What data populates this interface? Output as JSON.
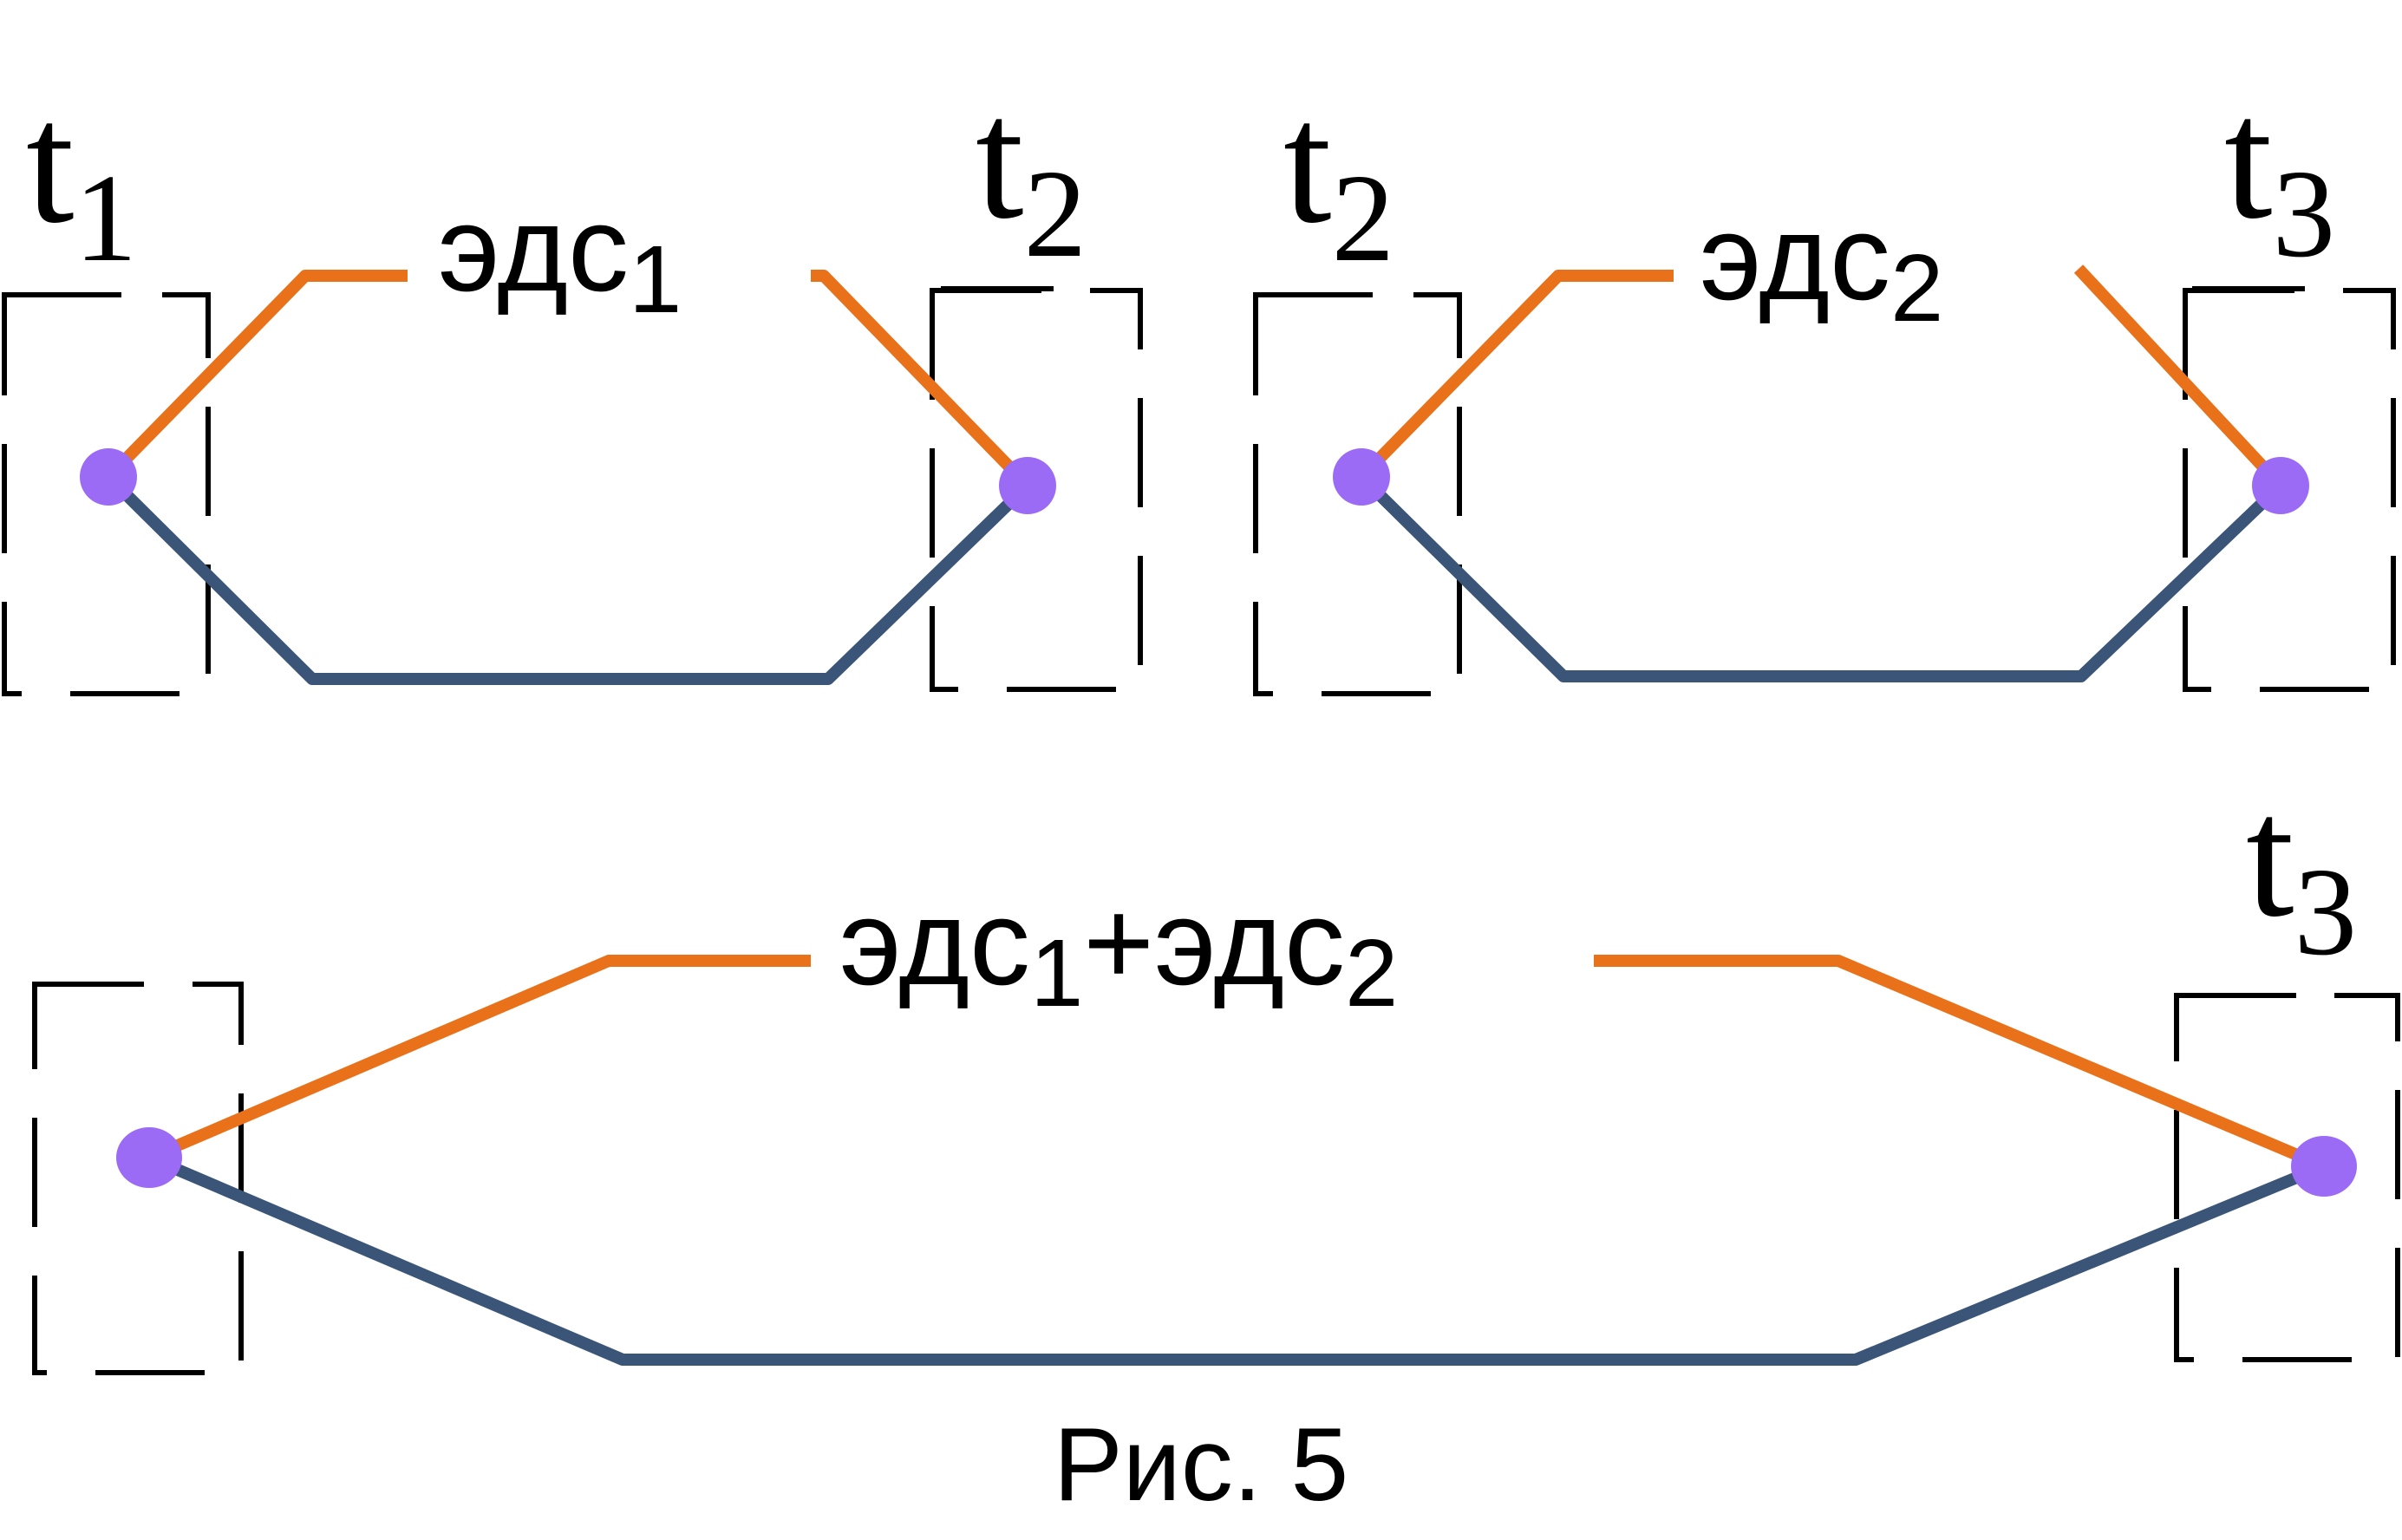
{
  "colors": {
    "hot_wire": "#E8711A",
    "cold_wire": "#3A5578",
    "junction": "#9B6BF5",
    "box": "#000000"
  },
  "figure": {
    "caption": "Рис. 5"
  },
  "thermocouple_1": {
    "left_temp": {
      "base": "t",
      "sub": "1"
    },
    "right_temp": {
      "base": "t",
      "sub": "2"
    },
    "emf": {
      "base": "эдс",
      "sub": "1"
    }
  },
  "thermocouple_2": {
    "left_temp": {
      "base": "t",
      "sub": "2"
    },
    "right_temp": {
      "base": "t",
      "sub": "3"
    },
    "emf": {
      "base": "эдс",
      "sub": "2"
    }
  },
  "thermocouple_combined": {
    "right_temp": {
      "base": "t",
      "sub": "3"
    },
    "emf": {
      "base1": "эдс",
      "sub1": "1",
      "plus": "+",
      "base2": "эдс",
      "sub2": "2"
    }
  }
}
